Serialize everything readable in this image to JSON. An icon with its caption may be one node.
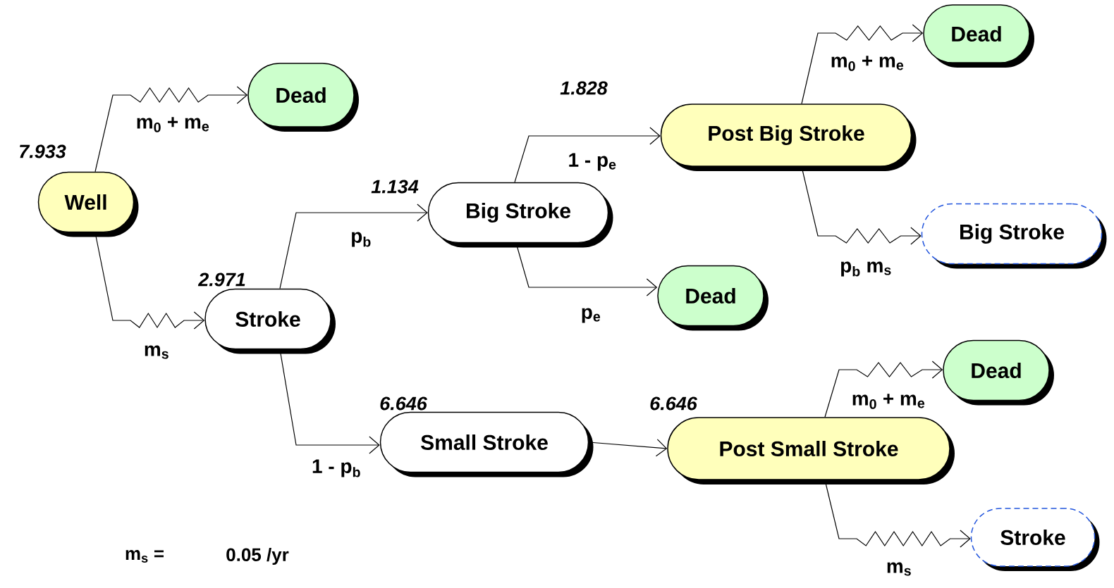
{
  "diagram": {
    "nodes": [
      {
        "text": [
          "Well"
        ],
        "beside": [
          "7.933"
        ]
      },
      {
        "text": [
          "Dead"
        ]
      },
      {
        "text": [
          "Stroke"
        ],
        "beside": [
          "2.971"
        ]
      },
      {
        "text": [
          "Big Stroke"
        ],
        "beside": [
          "1.134"
        ]
      },
      {
        "text": [
          "Dead"
        ]
      },
      {
        "text": [
          "Post Big Stroke"
        ],
        "beside": [
          "1.828"
        ]
      },
      {
        "text": [
          "Dead"
        ]
      },
      {
        "text": [
          "Big Stroke"
        ]
      },
      {
        "text": [
          "Small Stroke"
        ],
        "beside": [
          "6.646"
        ]
      },
      {
        "text": [
          "Post Small Stroke"
        ],
        "beside": [
          "6.646"
        ]
      },
      {
        "text": [
          "Dead"
        ]
      },
      {
        "text": [
          "Stroke"
        ]
      }
    ],
    "edges": [
      {
        "from": 0,
        "to": 1,
        "arrow": "to",
        "label": "m$_{0}$ + m$_{e}$"
      },
      {
        "from": 0,
        "to": 2,
        "arrow": "to",
        "label": "m$_{s}$"
      },
      {
        "from": 2,
        "to": 3,
        "arrow": "to",
        "label": "p$_{b}$"
      },
      {
        "from": 2,
        "to": 8,
        "arrow": "to",
        "label": "1 - p$_{b}$"
      },
      {
        "from": 3,
        "to": 5,
        "arrow": "to",
        "label": "1 - p$_{e}$"
      },
      {
        "from": 3,
        "to": 4,
        "arrow": "to",
        "label": "p$_{e}$"
      },
      {
        "from": 5,
        "to": 6,
        "arrow": "to",
        "label": "m$_{0}$ + m$_{e}$"
      },
      {
        "from": 5,
        "to": 7,
        "arrow": "to",
        "label": "p$_{b}$ m$_{s}$"
      },
      {
        "from": 8,
        "to": 9,
        "arrow": "to"
      },
      {
        "from": 9,
        "to": 10,
        "arrow": "to",
        "label": "m$_{0}$ + m$_{e}$"
      },
      {
        "from": 9,
        "to": 11,
        "arrow": "to",
        "label": "m$_{s}$"
      }
    ],
    "labels": [
      "m$_{s}$ =",
      "0.05 /yr"
    ]
  }
}
